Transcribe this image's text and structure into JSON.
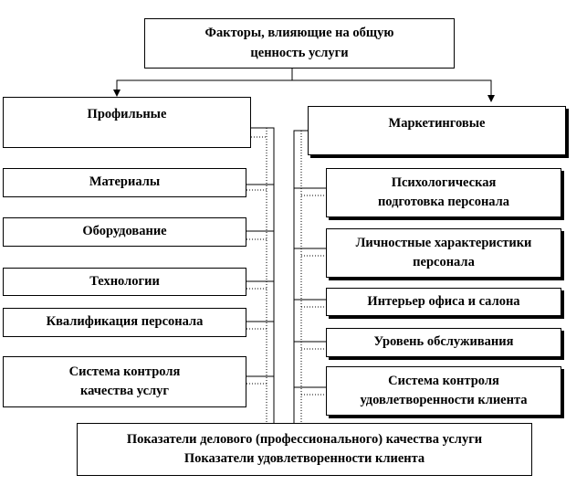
{
  "diagram": {
    "root": "Факторы, влияющие на общую\nценность услуги",
    "left_header": "Профильные",
    "right_header": "Маркетинговые",
    "left_items": [
      "Материалы",
      "Оборудование",
      "Технологии",
      "Квалификация персонала",
      "Система контроля\nкачества услуг"
    ],
    "right_items": [
      "Психологическая\nподготовка персонала",
      "Личностные характеристики\nперсонала",
      "Интерьер офиса и салона",
      "Уровень обслуживания",
      "Система контроля\nудовлетворенности клиента"
    ],
    "bottom": "Показатели делового (профессионального) качества услуги\nПоказатели удовлетворенности клиента"
  }
}
